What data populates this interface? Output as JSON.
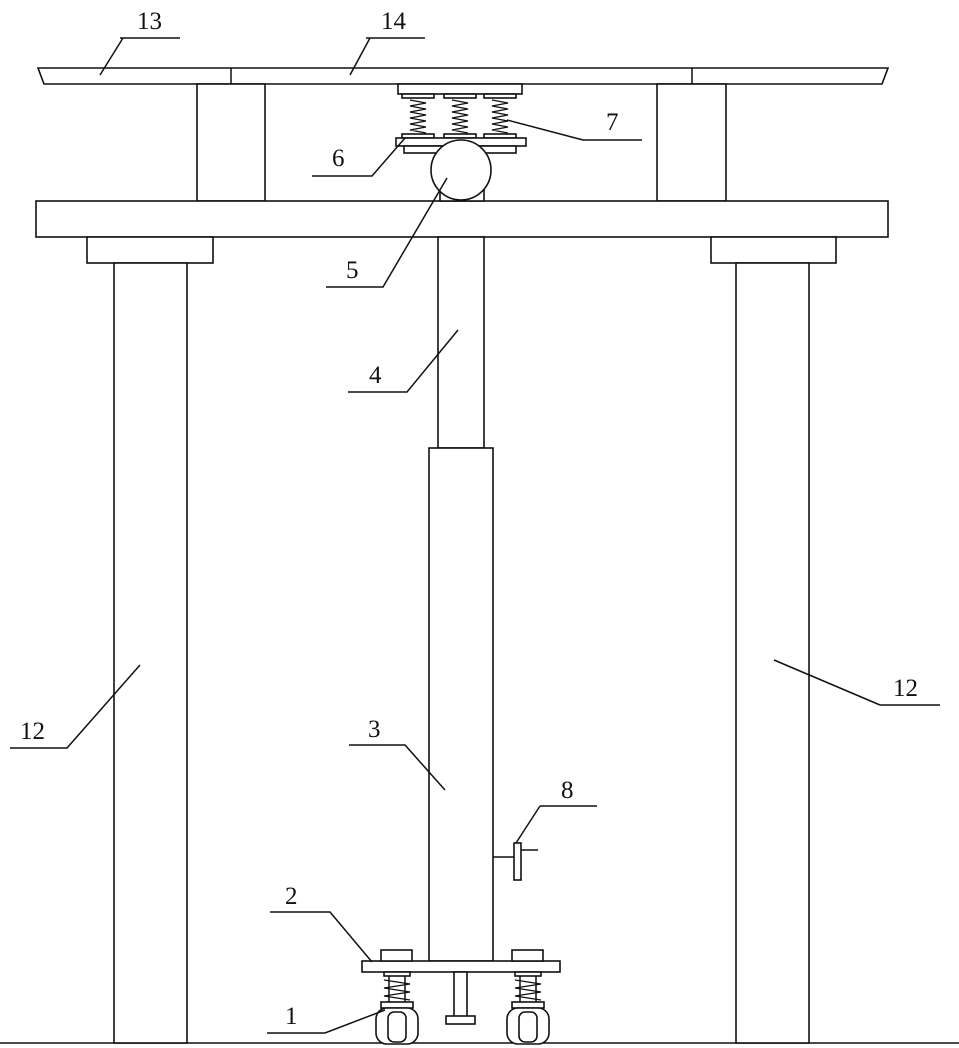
{
  "colors": {
    "line": "#111111",
    "background": "#ffffff"
  },
  "labels": {
    "l1": "1",
    "l2": "2",
    "l3": "3",
    "l4": "4",
    "l5": "5",
    "l6": "6",
    "l7": "7",
    "l8": "8",
    "l12_left": "12",
    "l12_right": "12",
    "l13": "13",
    "l14": "14"
  }
}
